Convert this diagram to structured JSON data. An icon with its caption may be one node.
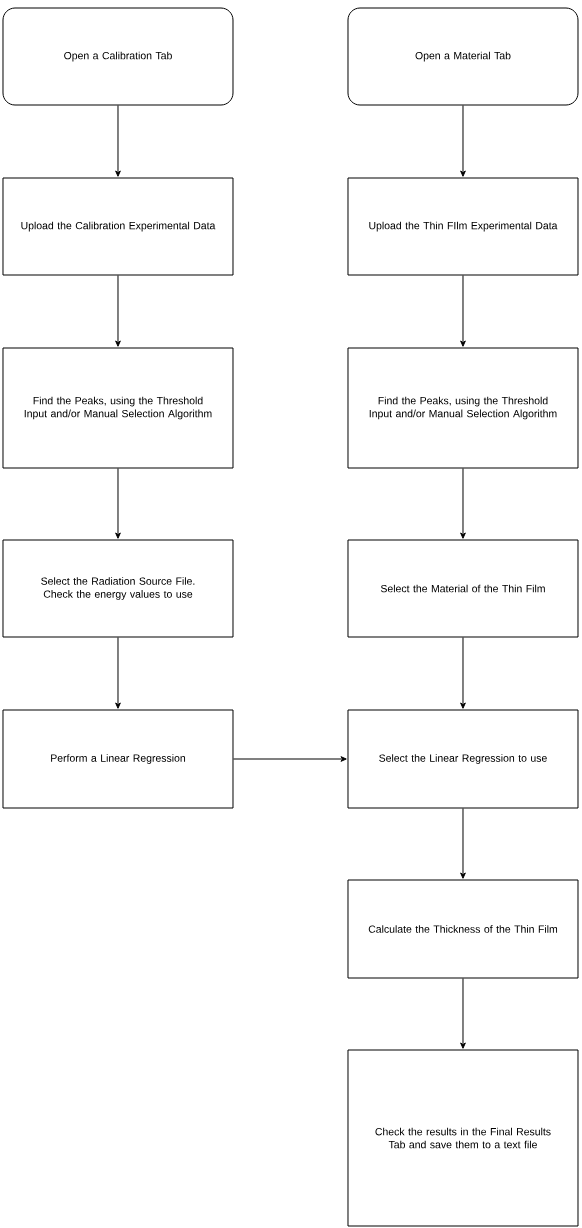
{
  "diagram": {
    "nodes": [
      {
        "text": [
          "Open a Calibration Tab"
        ]
      },
      {
        "text": [
          "Upload the Calibration Experimental Data"
        ]
      },
      {
        "text": [
          "Find the Peaks, using the Threshold Input and/or Manual Selection Algorithm"
        ]
      },
      {
        "text": [
          "Select the Radiation Source File. Check the energy values to use"
        ]
      },
      {
        "text": [
          "Perform a Linear Regression"
        ]
      },
      {
        "text": [
          "Open a Material Tab"
        ]
      },
      {
        "text": [
          "Upload the Thin FIlm Experimental Data"
        ]
      },
      {
        "text": [
          "Find the Peaks, using the Threshold Input and/or Manual Selection Algorithm"
        ]
      },
      {
        "text": [
          "Select the Material of the Thin Film"
        ]
      },
      {
        "text": [
          "Select the Linear Regression to use"
        ]
      },
      {
        "text": [
          "Calculate the Thickness of the Thin Film"
        ]
      },
      {
        "text": [
          "Check the results in the Final Results Tab and save them to a text file"
        ]
      }
    ],
    "edges": [
      {
        "from": 0,
        "to": 1,
        "arrow": "to"
      },
      {
        "from": 1,
        "to": 2,
        "arrow": "to"
      },
      {
        "from": 2,
        "to": 3,
        "arrow": "to"
      },
      {
        "from": 3,
        "to": 4,
        "arrow": "to"
      },
      {
        "from": 5,
        "to": 6,
        "arrow": "to"
      },
      {
        "from": 6,
        "to": 7,
        "arrow": "to"
      },
      {
        "from": 7,
        "to": 8,
        "arrow": "to"
      },
      {
        "from": 8,
        "to": 9,
        "arrow": "to"
      },
      {
        "from": 4,
        "to": 9,
        "arrow": "to"
      },
      {
        "from": 9,
        "to": 10,
        "arrow": "to"
      },
      {
        "from": 10,
        "to": 11,
        "arrow": "to"
      }
    ]
  }
}
